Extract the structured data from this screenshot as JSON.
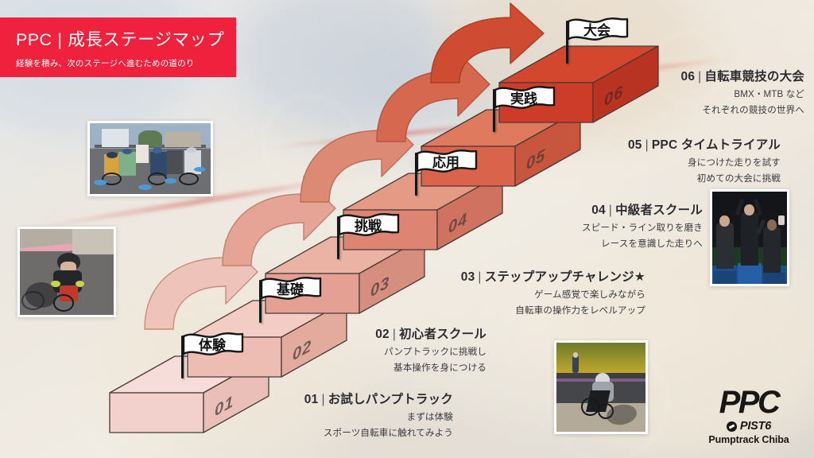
{
  "banner": {
    "title_main": "PPC",
    "title_sep": "|",
    "title_sub": "成長ステージマップ",
    "subtitle": "経験を積み、次のステージへ進むための道のり"
  },
  "theme": {
    "brand_red": "#f0213c",
    "step_colors": [
      "#f2d0cb",
      "#edbdb3",
      "#e3a093",
      "#dd8472",
      "#d9634b",
      "#cc3c28"
    ],
    "arrow_colors": [
      "#eec3ba",
      "#e5a495",
      "#dd8a75",
      "#d6684f",
      "#cf4b31"
    ],
    "text_dark": "#2c2c30"
  },
  "steps": [
    {
      "number": "01",
      "flag": "体験",
      "title": "お試しパンプトラック",
      "lines": [
        "まずは体験",
        "スポーツ自転車に触れてみよう"
      ]
    },
    {
      "number": "02",
      "flag": "基礎",
      "title": "初心者スクール",
      "lines": [
        "パンプトラックに挑戦し",
        "基本操作を身につける"
      ]
    },
    {
      "number": "03",
      "flag": "挑戦",
      "title": "ステップアップチャレンジ★",
      "lines": [
        "ゲーム感覚で楽しみながら",
        "自転車の操作力をレベルアップ"
      ]
    },
    {
      "number": "04",
      "flag": "応用",
      "title": "中級者スクール",
      "lines": [
        "スピード・ライン取りを磨き",
        "レースを意識した走りへ"
      ]
    },
    {
      "number": "05",
      "flag": "実践",
      "title": "PPC タイムトライアル",
      "lines": [
        "身につけた走りを試す",
        "初めての大会に挑戦"
      ]
    },
    {
      "number": "06",
      "flag": "大会",
      "title": "自転車競技の大会",
      "lines": [
        "BMX・MTB など",
        "それぞれの競技の世界へ"
      ]
    }
  ],
  "photos": [
    {
      "name": "kids-group-lesson-photo",
      "alt": "子どもたちの自転車教室"
    },
    {
      "name": "child-pumptrack-photo",
      "alt": "パンプトラックを走る子ども"
    },
    {
      "name": "podium-ceremony-photo",
      "alt": "表彰台の選手たち"
    },
    {
      "name": "racer-berm-photo",
      "alt": "バンクを走るレーサー"
    }
  ],
  "logo": {
    "wordmark": "PPC",
    "pist": "PIST6",
    "chiba": "Pumptrack Chiba"
  }
}
